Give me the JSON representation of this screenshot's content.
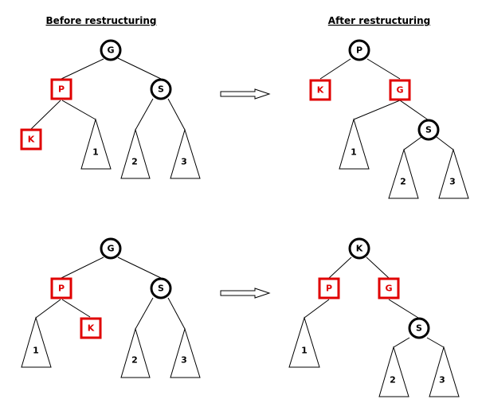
{
  "titles": {
    "before": "Before restructuring",
    "after": "After restructuring"
  },
  "colors": {
    "red_node": "#e00000",
    "black_node": "#000000"
  },
  "case1": {
    "before": {
      "root": "G",
      "left": "P",
      "right": "S",
      "left_left": "K",
      "sub1": "1",
      "sub2": "2",
      "sub3": "3"
    },
    "after": {
      "root": "P",
      "left": "K",
      "right": "G",
      "right_right": "S",
      "sub1": "1",
      "sub2": "2",
      "sub3": "3"
    }
  },
  "case2": {
    "before": {
      "root": "G",
      "left": "P",
      "right": "S",
      "left_right": "K",
      "sub1": "1",
      "sub2": "2",
      "sub3": "3"
    },
    "after": {
      "root": "K",
      "left": "P",
      "right": "G",
      "right_right": "S",
      "sub1": "1",
      "sub2": "2",
      "sub3": "3"
    }
  }
}
